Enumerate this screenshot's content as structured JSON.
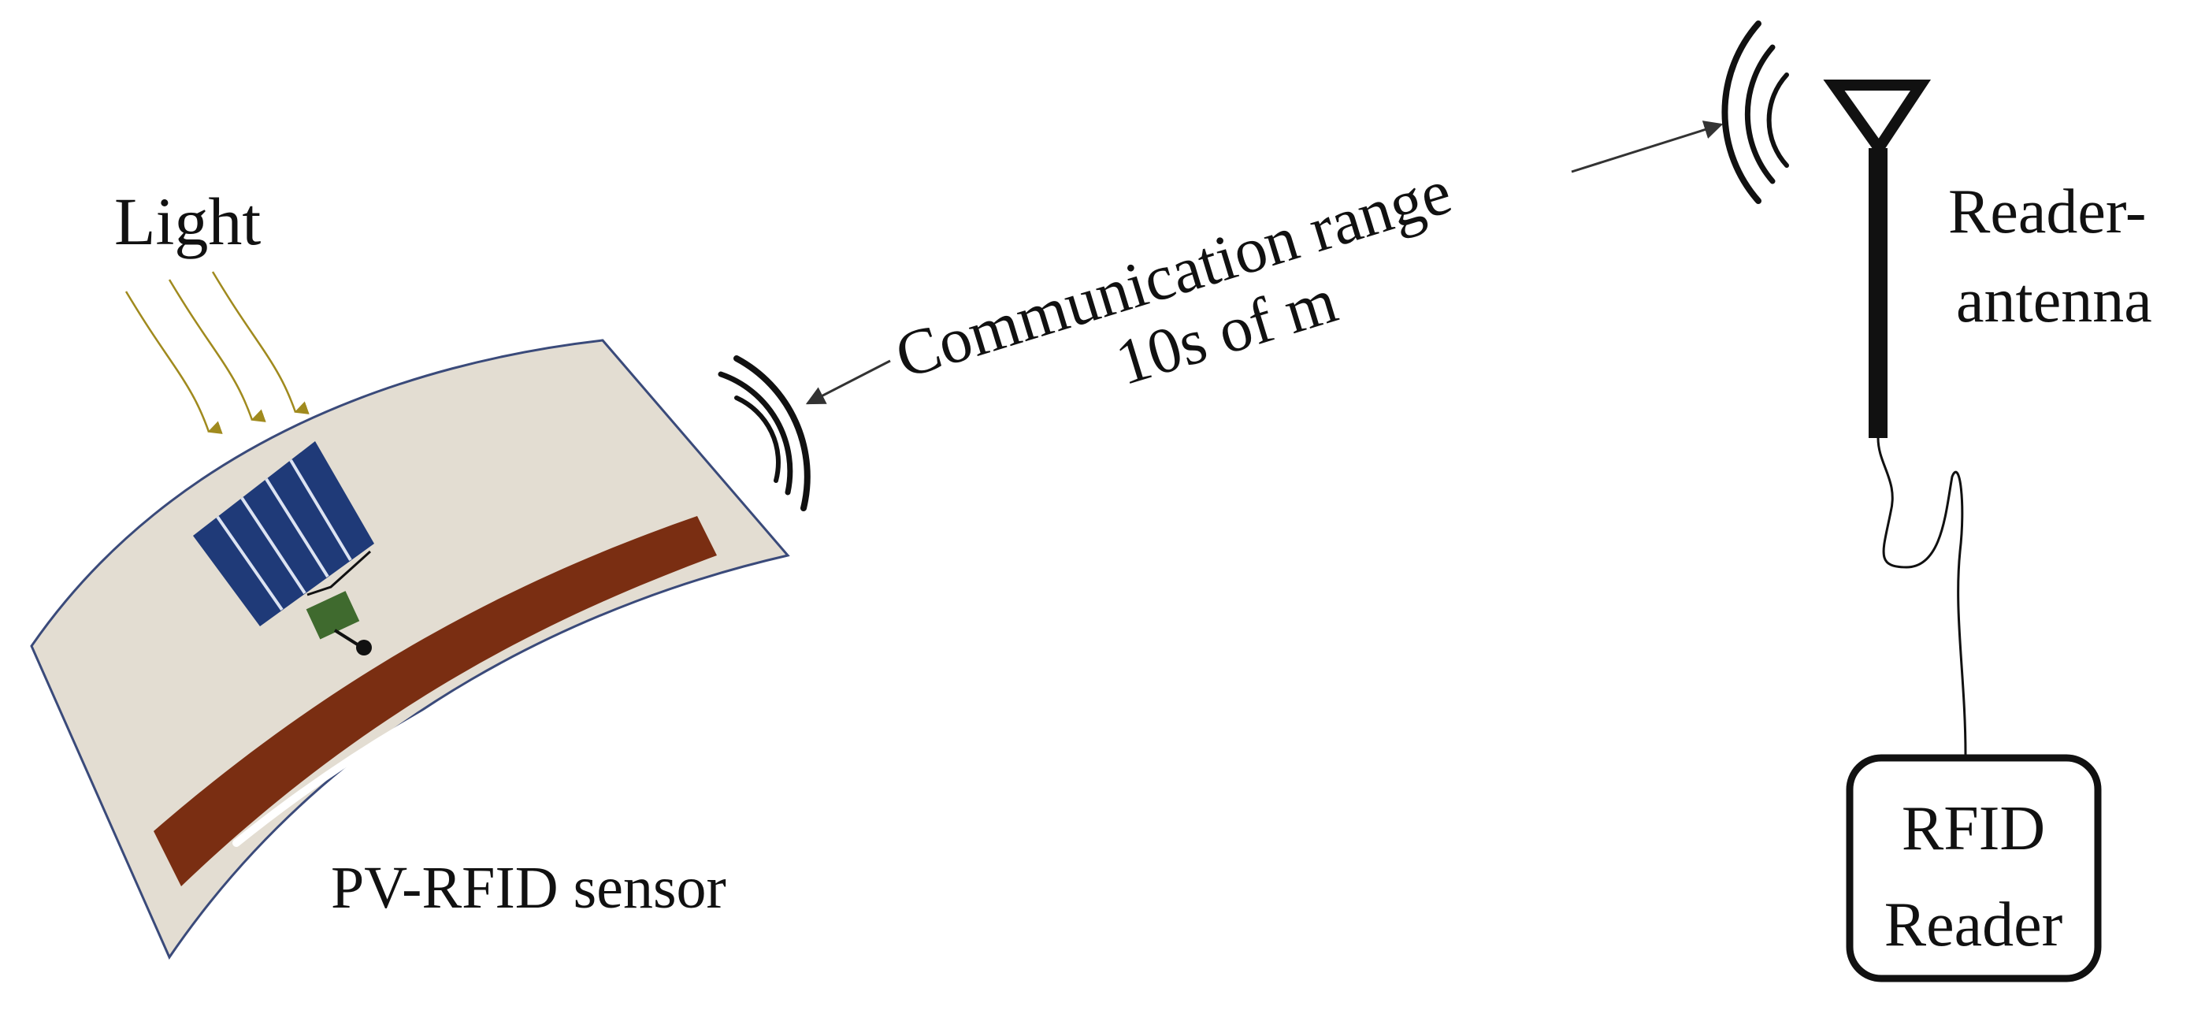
{
  "labels": {
    "light": "Light",
    "comm_line1": "Communication range",
    "comm_line2": "10s of m",
    "antenna_line1": "Reader-",
    "antenna_line2": "antenna",
    "sensor": "PV-RFID sensor",
    "reader_line1": "RFID",
    "reader_line2": "Reader"
  },
  "colors": {
    "substrate": "#E3DDD2",
    "substrate_edge": "#3A4A7A",
    "solar_panel": "#1F3A78",
    "solar_grid": "#DCE3F2",
    "rfid_antenna_trace": "#7A2E12",
    "chip": "#3F6A2E",
    "light_rays": "#A08A1E",
    "ink": "#111111"
  },
  "icons": {
    "sensor": "flexible-pv-rfid-tag-icon",
    "reader_antenna": "dipole-antenna-icon",
    "waves": "radio-wave-icon"
  }
}
